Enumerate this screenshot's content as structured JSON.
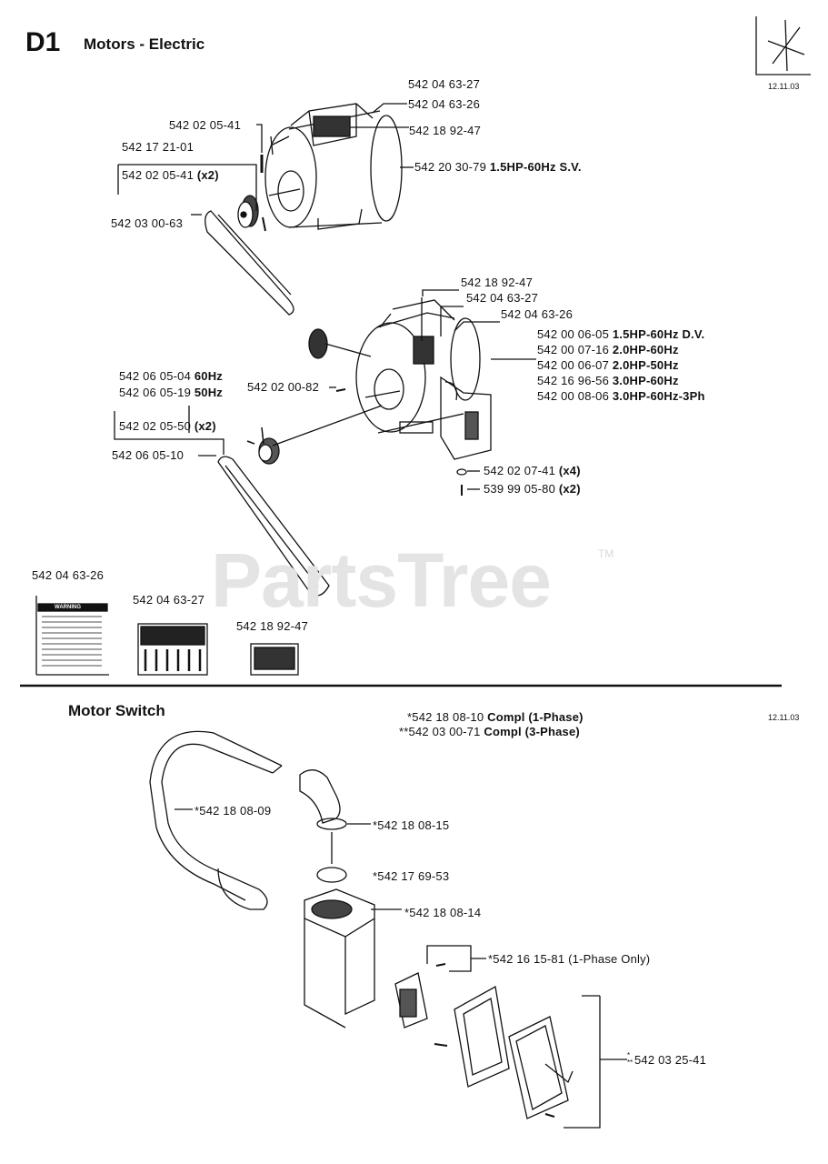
{
  "page": {
    "section_code": "D1",
    "section_title": "Motors - Electric",
    "date_top": "12.11.03",
    "date_bottom": "12.11.03",
    "watermark": "PartsTree",
    "watermark_tm": "TM",
    "motor_switch_title": "Motor Switch"
  },
  "motor_1": {
    "p1": "542 04 63-27",
    "p2": "542 04 63-26",
    "p3": "542 02 05-41",
    "p4": "542 18 92-47",
    "p5": "542 17 21-01",
    "p6": "542 02 05-41",
    "p6_qty": "(x2)",
    "p7": "542 20 30-79",
    "p7_desc": "1.5HP-60Hz S.V.",
    "p8": "542 03 00-63"
  },
  "motor_2": {
    "p1": "542 18 92-47",
    "p2": "542 04 63-27",
    "p3": "542 04 63-26",
    "variants": [
      {
        "part": "542 00 06-05",
        "desc": "1.5HP-60Hz D.V."
      },
      {
        "part": "542 00 07-16",
        "desc": "2.0HP-60Hz"
      },
      {
        "part": "542 00 06-07",
        "desc": "2.0HP-50Hz"
      },
      {
        "part": "542 16 96-56",
        "desc": "3.0HP-60Hz"
      },
      {
        "part": "542 00 08-06",
        "desc": "3.0HP-60Hz-3Ph"
      }
    ],
    "pulley_60": "542 06 05-04",
    "pulley_60_desc": "60Hz",
    "pulley_50": "542 06 05-19",
    "pulley_50_desc": "50Hz",
    "key": "542 02 00-82",
    "setscrew": "542 02 05-50",
    "setscrew_qty": "(x2)",
    "belt": "542 06 05-10",
    "washer": "542 02 07-41",
    "washer_qty": "(x4)",
    "screw": "539 99 05-80",
    "screw_qty": "(x2)"
  },
  "decals": {
    "d1": "542 04 63-26",
    "d1_title": "WARNING",
    "d2": "542 04 63-27",
    "d3": "542 18 92-47"
  },
  "motor_switch": {
    "compl_1": "*542 18 08-10",
    "compl_1_desc": "Compl (1-Phase)",
    "compl_3": "**542 03 00-71",
    "compl_3_desc": "Compl (3-Phase)",
    "conduit": "*542 18 08-09",
    "elbow": "*542 18 08-15",
    "nut": "*542 17 69-53",
    "bracket": "*542 18 08-14",
    "switch": "*542 16 15-81",
    "switch_desc": "(1-Phase Only)",
    "box_1": "*",
    "box_2": "**",
    "box_part": "542 03 25-41"
  }
}
